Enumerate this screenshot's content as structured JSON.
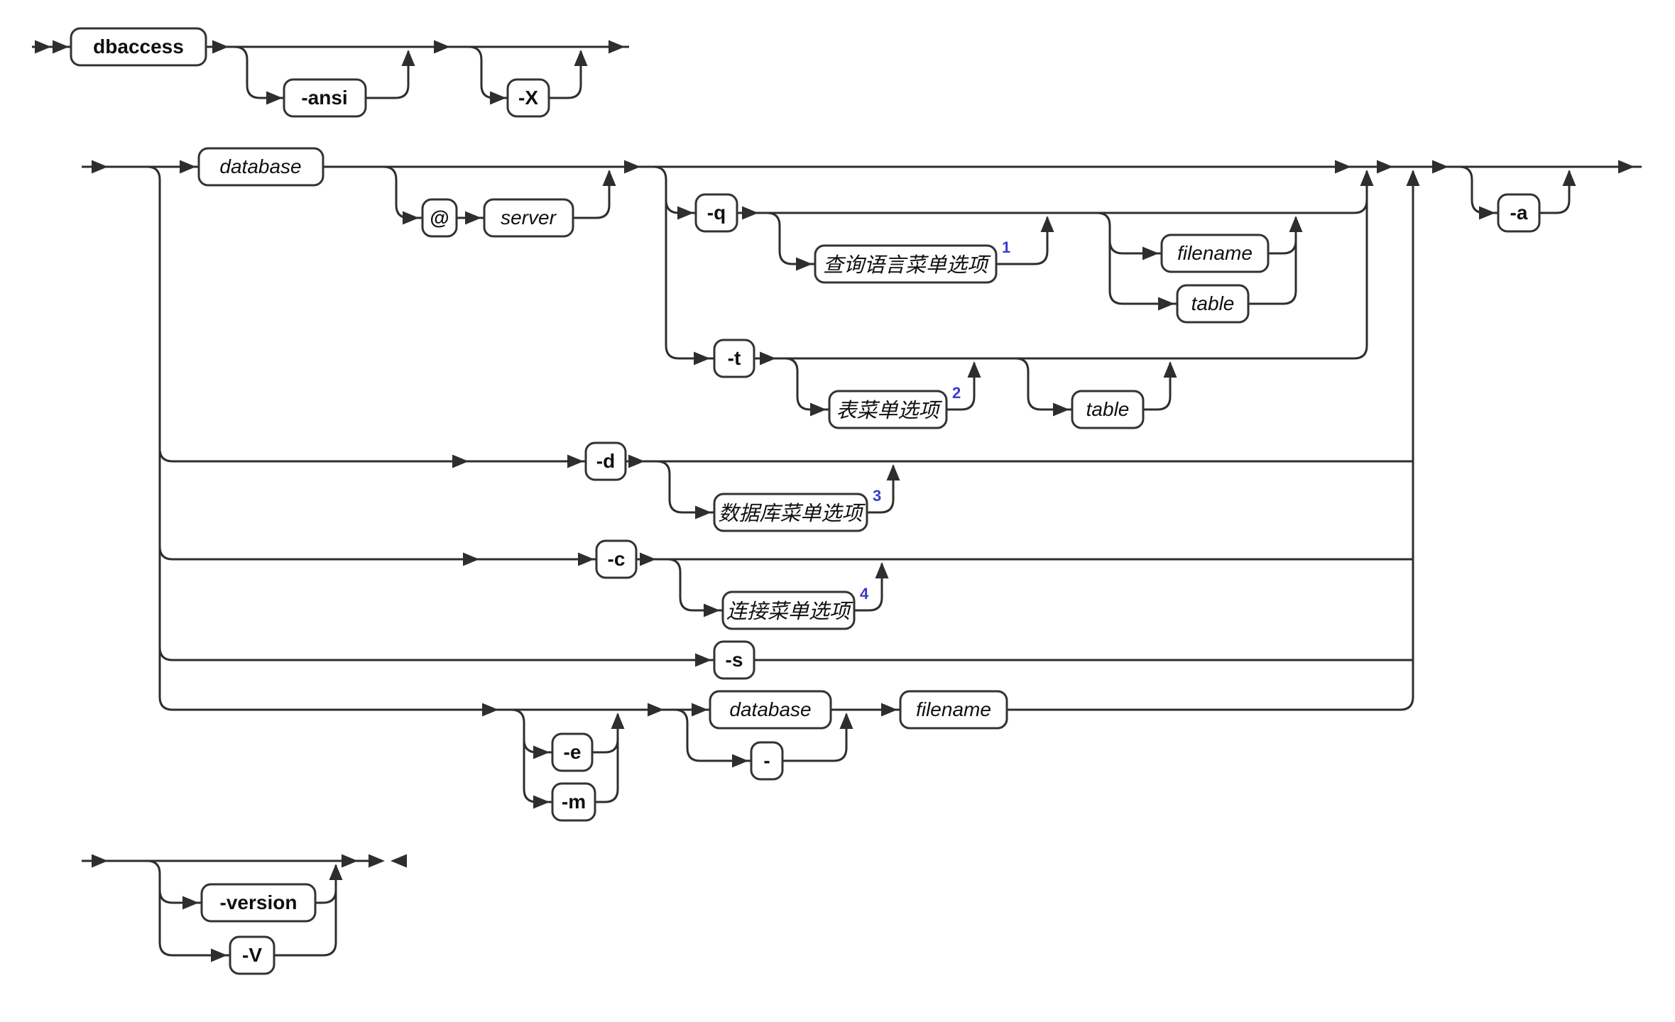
{
  "colors": {
    "line": "#2e2e2e",
    "box_border": "#333333",
    "box_fill": "#ffffff",
    "text": "#101010",
    "superscript_blue": "#3b3bcb"
  },
  "row1": {
    "command": "dbaccess",
    "ansi": "-ansi",
    "x_flag": "-X"
  },
  "row2": {
    "database": "database",
    "at": "@",
    "server": "server",
    "q": {
      "flag": "-q",
      "menu": "查询语言菜单选项",
      "note": "1",
      "filename": "filename",
      "table": "table"
    },
    "t": {
      "flag": "-t",
      "menu": "表菜单选项",
      "note": "2",
      "table": "table"
    },
    "d": {
      "flag": "-d",
      "menu": "数据库菜单选项",
      "note": "3"
    },
    "c": {
      "flag": "-c",
      "menu": "连接菜单选项",
      "note": "4"
    },
    "s": {
      "flag": "-s"
    },
    "em": {
      "e": "-e",
      "m": "-m",
      "database": "database",
      "dash": "-",
      "filename": "filename"
    },
    "a": "-a"
  },
  "row3": {
    "version": "-version",
    "v": "-V"
  }
}
